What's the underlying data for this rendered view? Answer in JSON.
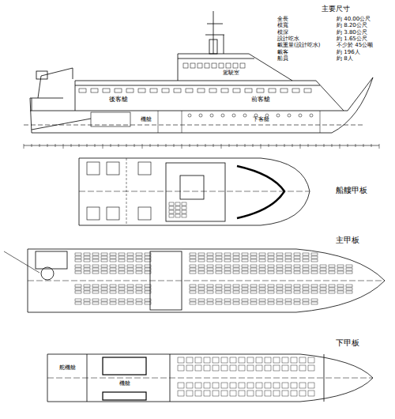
{
  "diagram": {
    "labels": [
      "主要尺寸",
      "全長",
      "約 40.00公尺",
      "模寬",
      "約 8.20公尺",
      "模深",
      "約 3.80公尺",
      "設計吃水",
      "約 1.65公尺",
      "載重量(設計吃水)",
      "不少於 45公噸",
      "載客",
      "約 196人",
      "船員",
      "約 8人",
      "後客艙",
      "前客艙",
      "駕駛室",
      "下客艙",
      "機艙",
      "船艛甲板",
      "主甲板",
      "下甲板",
      "舵機艙",
      "機艙"
    ]
  }
}
